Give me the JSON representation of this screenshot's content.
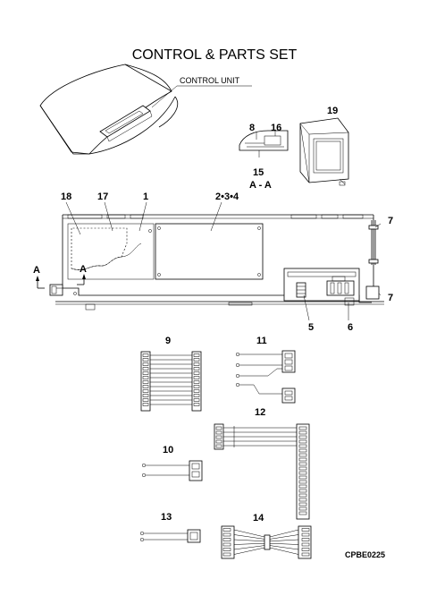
{
  "title": "CONTROL & PARTS SET",
  "control_unit_label": "CONTROL UNIT",
  "section_label": "A - A",
  "section_marker": "A",
  "drawing_code": "CPBE0225",
  "callouts": {
    "c1": "1",
    "c234": "2•3•4",
    "c5": "5",
    "c6": "6",
    "c7a": "7",
    "c7b": "7",
    "c8": "8",
    "c9": "9",
    "c10": "10",
    "c11": "11",
    "c12": "12",
    "c13": "13",
    "c14": "14",
    "c15": "15",
    "c16": "16",
    "c17": "17",
    "c18": "18",
    "c19": "19"
  }
}
